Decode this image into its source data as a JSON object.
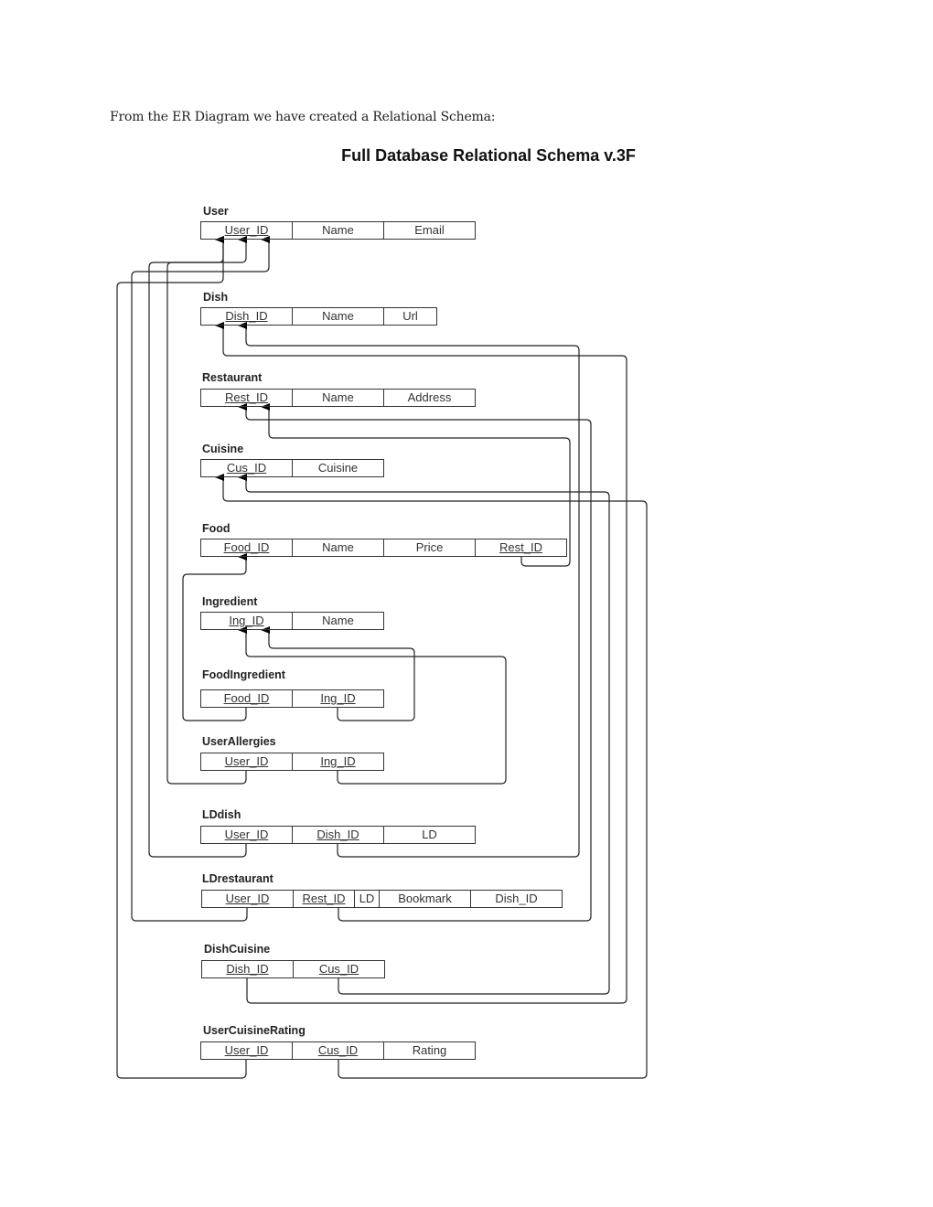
{
  "intro_text": "From the ER Diagram we have created a Relational Schema:",
  "title": "Full Database Relational Schema v.3F",
  "tables": [
    {
      "name": "User",
      "columns": [
        {
          "label": "User_ID",
          "underlined": true
        },
        {
          "label": "Name",
          "underlined": false
        },
        {
          "label": "Email",
          "underlined": false
        }
      ]
    },
    {
      "name": "Dish",
      "columns": [
        {
          "label": "Dish_ID",
          "underlined": true
        },
        {
          "label": "Name",
          "underlined": false
        },
        {
          "label": "Url",
          "underlined": false
        }
      ]
    },
    {
      "name": "Restaurant",
      "columns": [
        {
          "label": "Rest_ID",
          "underlined": true
        },
        {
          "label": "Name",
          "underlined": false
        },
        {
          "label": "Address",
          "underlined": false
        }
      ]
    },
    {
      "name": "Cuisine",
      "columns": [
        {
          "label": "Cus_ID",
          "underlined": true
        },
        {
          "label": "Cuisine",
          "underlined": false
        }
      ]
    },
    {
      "name": "Food",
      "columns": [
        {
          "label": "Food_ID",
          "underlined": true
        },
        {
          "label": "Name",
          "underlined": false
        },
        {
          "label": "Price",
          "underlined": false
        },
        {
          "label": "Rest_ID",
          "underlined": true
        }
      ]
    },
    {
      "name": "Ingredient",
      "columns": [
        {
          "label": "Ing_ID",
          "underlined": true
        },
        {
          "label": "Name",
          "underlined": false
        }
      ]
    },
    {
      "name": "FoodIngredient",
      "columns": [
        {
          "label": "Food_ID",
          "underlined": true
        },
        {
          "label": "Ing_ID",
          "underlined": true
        }
      ]
    },
    {
      "name": "UserAllergies",
      "columns": [
        {
          "label": "User_ID",
          "underlined": true
        },
        {
          "label": "Ing_ID",
          "underlined": true
        }
      ]
    },
    {
      "name": "LDdish",
      "columns": [
        {
          "label": "User_ID",
          "underlined": true
        },
        {
          "label": "Dish_ID",
          "underlined": true
        },
        {
          "label": "LD",
          "underlined": false
        }
      ]
    },
    {
      "name": "LDrestaurant",
      "columns": [
        {
          "label": "User_ID",
          "underlined": true
        },
        {
          "label": "Rest_ID",
          "underlined": true
        },
        {
          "label": "LD",
          "underlined": false
        },
        {
          "label": "Bookmark",
          "underlined": false
        },
        {
          "label": "Dish_ID",
          "underlined": false
        }
      ]
    },
    {
      "name": "DishCuisine",
      "columns": [
        {
          "label": "Dish_ID",
          "underlined": true
        },
        {
          "label": "Cus_ID",
          "underlined": true
        }
      ]
    },
    {
      "name": "UserCuisineRating",
      "columns": [
        {
          "label": "User_ID",
          "underlined": true
        },
        {
          "label": "Cus_ID",
          "underlined": true
        },
        {
          "label": "Rating",
          "underlined": false
        }
      ]
    }
  ],
  "relationships": [
    {
      "from": "Food.Rest_ID",
      "to": "Restaurant.Rest_ID"
    },
    {
      "from": "FoodIngredient.Food_ID",
      "to": "Food.Food_ID"
    },
    {
      "from": "FoodIngredient.Ing_ID",
      "to": "Ingredient.Ing_ID"
    },
    {
      "from": "UserAllergies.User_ID",
      "to": "User.User_ID"
    },
    {
      "from": "UserAllergies.Ing_ID",
      "to": "Ingredient.Ing_ID"
    },
    {
      "from": "LDdish.User_ID",
      "to": "User.User_ID"
    },
    {
      "from": "LDdish.Dish_ID",
      "to": "Dish.Dish_ID"
    },
    {
      "from": "LDrestaurant.User_ID",
      "to": "User.User_ID"
    },
    {
      "from": "LDrestaurant.Rest_ID",
      "to": "Restaurant.Rest_ID"
    },
    {
      "from": "DishCuisine.Dish_ID",
      "to": "Dish.Dish_ID"
    },
    {
      "from": "DishCuisine.Cus_ID",
      "to": "Cuisine.Cus_ID"
    },
    {
      "from": "UserCuisineRating.User_ID",
      "to": "User.User_ID"
    },
    {
      "from": "UserCuisineRating.Cus_ID",
      "to": "Cuisine.Cus_ID"
    }
  ]
}
